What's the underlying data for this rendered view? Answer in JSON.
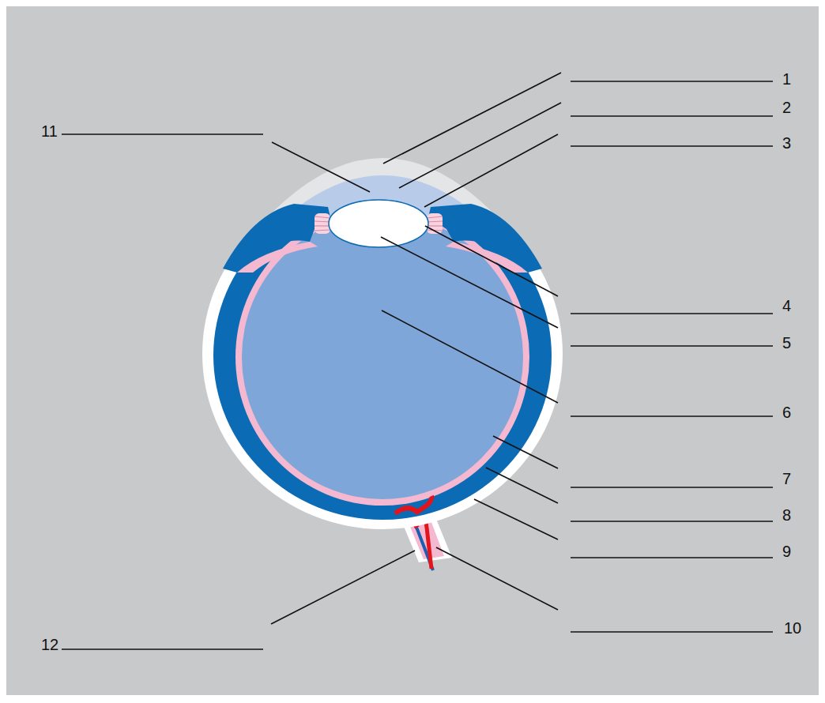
{
  "diagram": {
    "labels": [
      "1",
      "2",
      "11",
      "3",
      "4",
      "5",
      "6",
      "7",
      "8",
      "9",
      "10",
      "12"
    ]
  }
}
